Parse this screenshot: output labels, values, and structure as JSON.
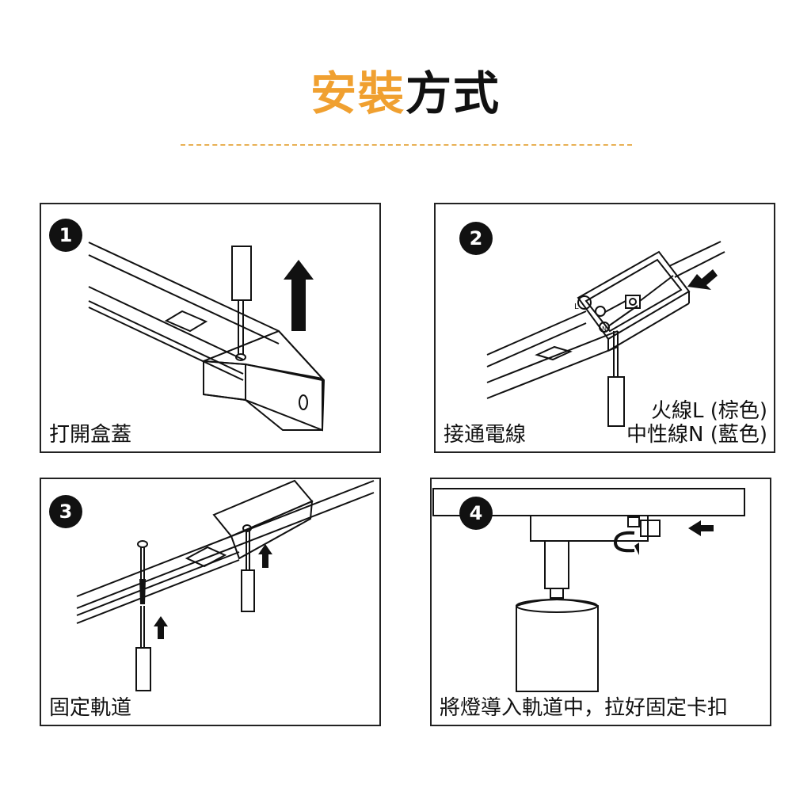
{
  "title": {
    "accent": "安裝",
    "rest": "方式"
  },
  "steps": [
    {
      "number": "1",
      "caption": "打開盒蓋"
    },
    {
      "number": "2",
      "caption": "接通電線",
      "live_wire": "火線L (棕色)",
      "neutral_wire": "中性線N (藍色)",
      "terminal_labels": [
        "L",
        "N"
      ]
    },
    {
      "number": "3",
      "caption": "固定軌道"
    },
    {
      "number": "4",
      "caption": "將燈導入軌道中，拉好固定卡扣"
    }
  ],
  "colors": {
    "accent": "#f0a030",
    "ink": "#111111",
    "divider": "#e8b054"
  }
}
